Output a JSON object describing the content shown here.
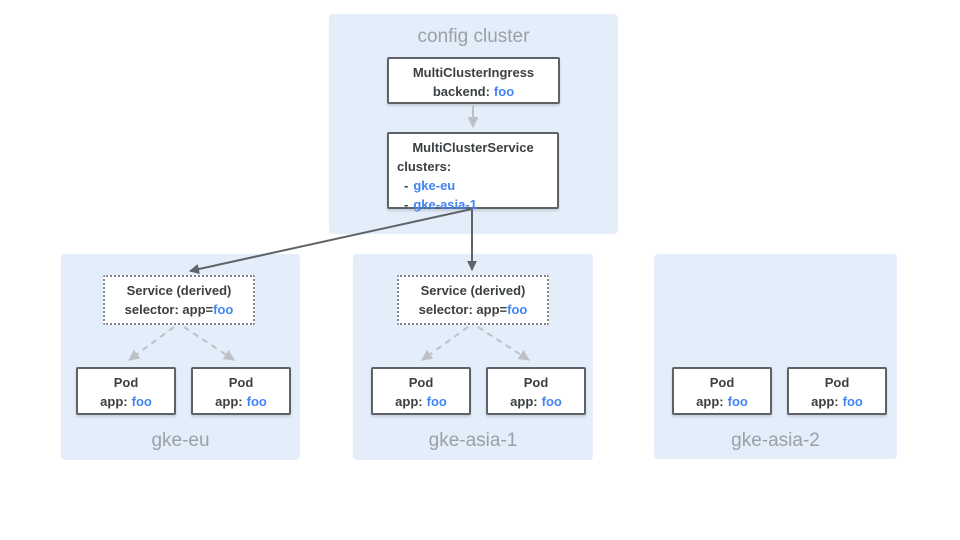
{
  "colors": {
    "panel_bg": "#E3EEFA",
    "box_border": "#5F6368",
    "text_dark": "#3C4043",
    "text_blue": "#4285F4",
    "label_gray": "#9AA0A6",
    "arrow_light": "#BDC1C6",
    "arrow_dark": "#5F6368"
  },
  "config_cluster": {
    "label": "config cluster",
    "ingress_box": {
      "title": "MultiClusterIngress",
      "backend_label": "backend:",
      "backend_value": "foo"
    },
    "service_box": {
      "title": "MultiClusterService",
      "clusters_label": "clusters:",
      "list_dash": "-",
      "clusters": [
        "gke-eu",
        "gke-asia-1"
      ]
    }
  },
  "clusters": [
    {
      "name": "gke-eu",
      "derived_service": {
        "title": "Service (derived)",
        "selector_label": "selector: app=",
        "selector_value": "foo"
      },
      "pods": [
        {
          "title": "Pod",
          "app_label": "app:",
          "app_value": "foo"
        },
        {
          "title": "Pod",
          "app_label": "app:",
          "app_value": "foo"
        }
      ]
    },
    {
      "name": "gke-asia-1",
      "derived_service": {
        "title": "Service (derived)",
        "selector_label": "selector: app=",
        "selector_value": "foo"
      },
      "pods": [
        {
          "title": "Pod",
          "app_label": "app:",
          "app_value": "foo"
        },
        {
          "title": "Pod",
          "app_label": "app:",
          "app_value": "foo"
        }
      ]
    },
    {
      "name": "gke-asia-2",
      "pods": [
        {
          "title": "Pod",
          "app_label": "app:",
          "app_value": "foo"
        },
        {
          "title": "Pod",
          "app_label": "app:",
          "app_value": "foo"
        }
      ]
    }
  ]
}
